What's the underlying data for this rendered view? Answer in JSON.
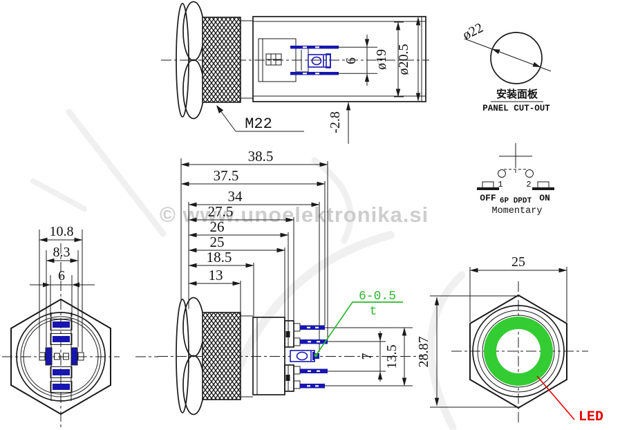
{
  "watermark": {
    "text": "© www.unoelektronika.si"
  },
  "palette": {
    "line": "#1a1a1a",
    "pin_blue": "#1717b0",
    "led_green": "#33cc33",
    "annot_green": "#2eb82e",
    "annot_red": "#e60000",
    "watermark_gray": "#c9c9c9"
  },
  "top_view": {
    "thread_label": "M22",
    "pin_gap": "6",
    "diameter_inner": "ø19",
    "diameter_outer": "ø20.5",
    "recess": "-2.8"
  },
  "panel_cutout": {
    "diameter": "ø22",
    "label_cn": "安装面板",
    "label_en": "PANEL CUT-OUT"
  },
  "schematic": {
    "pole_1": "1",
    "pole_2": "2",
    "off_label": "OFF",
    "on_label": "ON",
    "config": "6P DPDT",
    "action": "Momentary"
  },
  "length_dims": {
    "overall": "38.5",
    "to_long_pins": "37.5",
    "to_led_pin": "34",
    "to_terminals": "27.5",
    "to_block_end": "26",
    "to_body_end": "25",
    "to_body_front": "18.5",
    "thread_length": "13"
  },
  "rear_view": {
    "tab_span": "10.8",
    "led_pin_span": "8.3",
    "pin_width": "6"
  },
  "side_view": {
    "pin_note_value": "6-0.5",
    "pin_note_suffix": "t",
    "pin_pitch": "7",
    "pin_span": "13.5"
  },
  "front_view": {
    "across_flats": "25",
    "across_corners": "28.87",
    "led_label": "LED"
  }
}
